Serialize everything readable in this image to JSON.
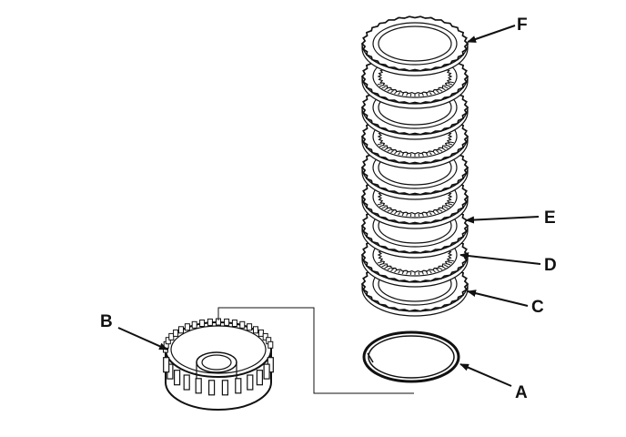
{
  "diagram": {
    "labels": {
      "A": "A",
      "B": "B",
      "C": "C",
      "D": "D",
      "E": "E",
      "F": "F"
    },
    "ink_color": "#111111",
    "background": "#ffffff"
  }
}
